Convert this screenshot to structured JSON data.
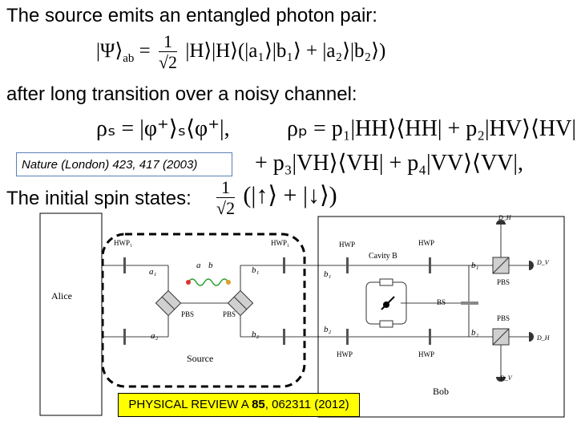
{
  "headings": {
    "source": "The source emits an entangled photon pair:",
    "transition": "after long transition over a noisy channel:",
    "spin": "The initial spin states:"
  },
  "equations": {
    "psi_lhs": "|Ψ⟩",
    "psi_sub": "ab",
    "psi_eq": "=",
    "frac_num": "1",
    "frac_den": "√2",
    "psi_rhs": "|H⟩|H⟩(|a₁⟩|b₁⟩ + |a₂⟩|b₂⟩)",
    "rho_s": "ρₛ = |φ⁺⟩ₛ⟨φ⁺|,",
    "rho_p": "ρₚ = p₁|HH⟩⟨HH| + p₂|HV⟩⟨HV|",
    "rho_p_cont": "+ p₃|VH⟩⟨VH| + p₄|VV⟩⟨VV|,",
    "spin_rhs": "(|↑⟩ + |↓⟩)"
  },
  "references": {
    "nature": "Nature (London) 423, 417 (2003)",
    "pra_journal": "PHYSICAL REVIEW A",
    "pra_volume": "85",
    "pra_rest": ", 062311 (2012)"
  },
  "diagram": {
    "alice": "Alice",
    "bob": "Bob",
    "source": "Source",
    "cavity": "Cavity B",
    "hwp1_left": "HWP₁",
    "hwp1_right": "HWP₁",
    "hwp_top_left": "HWP",
    "hwp_top_right": "HWP",
    "hwp_bottom_left": "HWP",
    "hwp_bottom_right": "HWP",
    "pbs_left": "PBS",
    "pbs_center": "PBS",
    "pbs_top_right": "PBS",
    "pbs_bottom_right": "PBS",
    "bs": "BS",
    "a1": "a₁",
    "a2": "a₂",
    "a": "a",
    "b": "b",
    "b1_src": "b₁",
    "b2_src": "b₂",
    "b1_mid": "b₁",
    "b2_mid": "b₂",
    "b1_right": "b₁",
    "b2_right": "b₂",
    "d_top": "D_H",
    "d_right_top": "D_V",
    "d_right_bottom": "D_H",
    "d_bottom": "D_V"
  }
}
